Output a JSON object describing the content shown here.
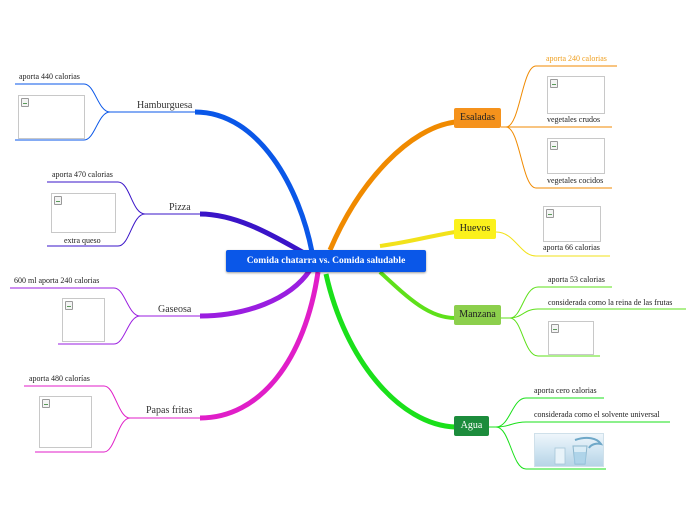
{
  "central": {
    "label": "Comida chatarra vs. Comida saludable"
  },
  "colors": {
    "central_bg": "#0a57e8",
    "hamburguesa": "#0a57e8",
    "pizza": "#3a14c8",
    "gaseosa": "#9a1ee0",
    "papas": "#e01ec8",
    "ensaladas": "#f08a00",
    "huevos": "#f2e21a",
    "manzana": "#5ee01a",
    "agua": "#1ae01a"
  },
  "left": {
    "hamburguesa": {
      "title": "Hamburguesa",
      "note": "aporta 440 calorias",
      "image": "broken-image-icon"
    },
    "pizza": {
      "title": "Pizza",
      "note": "aporta 470 calorias",
      "caption": "extra queso",
      "image": "broken-image-icon"
    },
    "gaseosa": {
      "title": "Gaseosa",
      "note": "600 ml aporta 240 calorias",
      "image": "broken-image-icon"
    },
    "papas": {
      "title": "Papas fritas",
      "note": "aporta 480 calorías",
      "image": "broken-image-icon"
    }
  },
  "right": {
    "ensaladas": {
      "title": "Esaladas",
      "note": "aporta 240 calorias",
      "item1": "vegetales crudos",
      "item2": "vegetales cocidos"
    },
    "huevos": {
      "title": "Huevos",
      "note": "aporta 66 calorias"
    },
    "manzana": {
      "title": "Manzana",
      "note1": "aporta 53 calorias",
      "note2": "considerada como la reina de las frutas"
    },
    "agua": {
      "title": "Agua",
      "note1": "aporta cero calorias",
      "note2": "considerada como el solvente universal",
      "image": "water-glass-photo"
    }
  }
}
